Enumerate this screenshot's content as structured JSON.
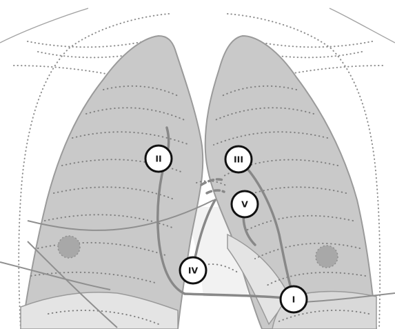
{
  "diagram": {
    "markers": [
      {
        "id": "marker-ii",
        "label": "II"
      },
      {
        "id": "marker-iii",
        "label": "III"
      },
      {
        "id": "marker-v",
        "label": "V"
      },
      {
        "id": "marker-iv",
        "label": "IV"
      },
      {
        "id": "marker-i",
        "label": "I"
      }
    ]
  },
  "colors": {
    "lung_fill": "#c9c9c9",
    "lung_outline": "#9a9a9a",
    "body_outline": "#a3a3a3",
    "dotted_contour": "#8e8e8e",
    "line_path": "#8a8a8a",
    "marker_fill": "#ffffff",
    "marker_stroke": "#111111"
  }
}
